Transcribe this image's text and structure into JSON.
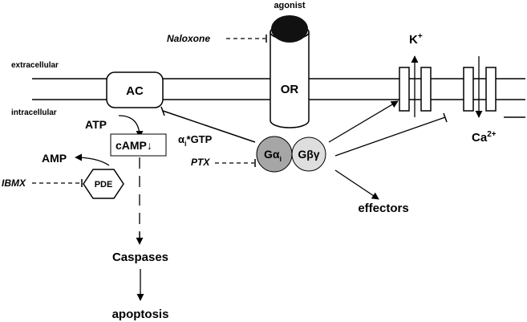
{
  "labels": {
    "agonist": "agonist",
    "naloxone": "Naloxone",
    "extracellular": "extracellular",
    "intracellular": "intracellular",
    "ac": "AC",
    "or": "OR",
    "k_main": "K",
    "k_sup": "+",
    "ca_main": "Ca",
    "ca_sup": "2+",
    "atp": "ATP",
    "camp": "cAMP",
    "camp_arrow": "↓",
    "amp": "AMP",
    "pde": "PDE",
    "ibmx": "IBMX",
    "ai_alpha": "α",
    "ai_sub": "i",
    "ai_rest": "*GTP",
    "ptx": "PTX",
    "gai_g": "G",
    "gai_alpha": "α",
    "gai_sub": "i",
    "gbg": "Gβγ",
    "effectors": "effectors",
    "caspases": "Caspases",
    "apoptosis": "apoptosis"
  },
  "colors": {
    "stroke": "#000000",
    "agonist_fill": "#111111",
    "gai_fill": "#a6a6a6",
    "gbg_fill": "#dedede",
    "background": "#ffffff"
  }
}
